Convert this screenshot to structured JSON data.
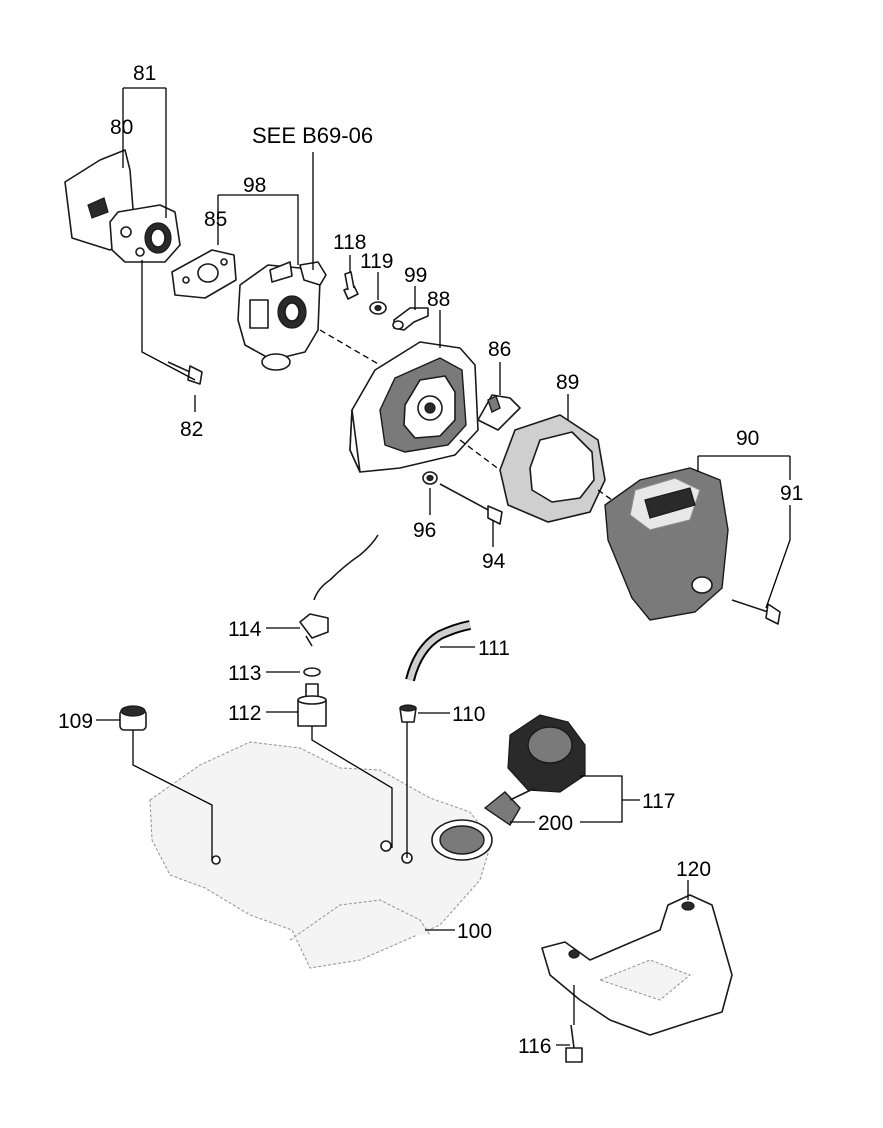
{
  "reference": "SEE B69-06",
  "labels": {
    "p81": "81",
    "p80": "80",
    "p98": "98",
    "p85": "85",
    "p118": "118",
    "p119": "119",
    "p99": "99",
    "p88": "88",
    "p86": "86",
    "p89": "89",
    "p82": "82",
    "p90": "90",
    "p91": "91",
    "p96": "96",
    "p94": "94",
    "p114": "114",
    "p111": "111",
    "p113": "113",
    "p112": "112",
    "p110": "110",
    "p109": "109",
    "p117": "117",
    "p200": "200",
    "p100": "100",
    "p120": "120",
    "p116": "116"
  }
}
